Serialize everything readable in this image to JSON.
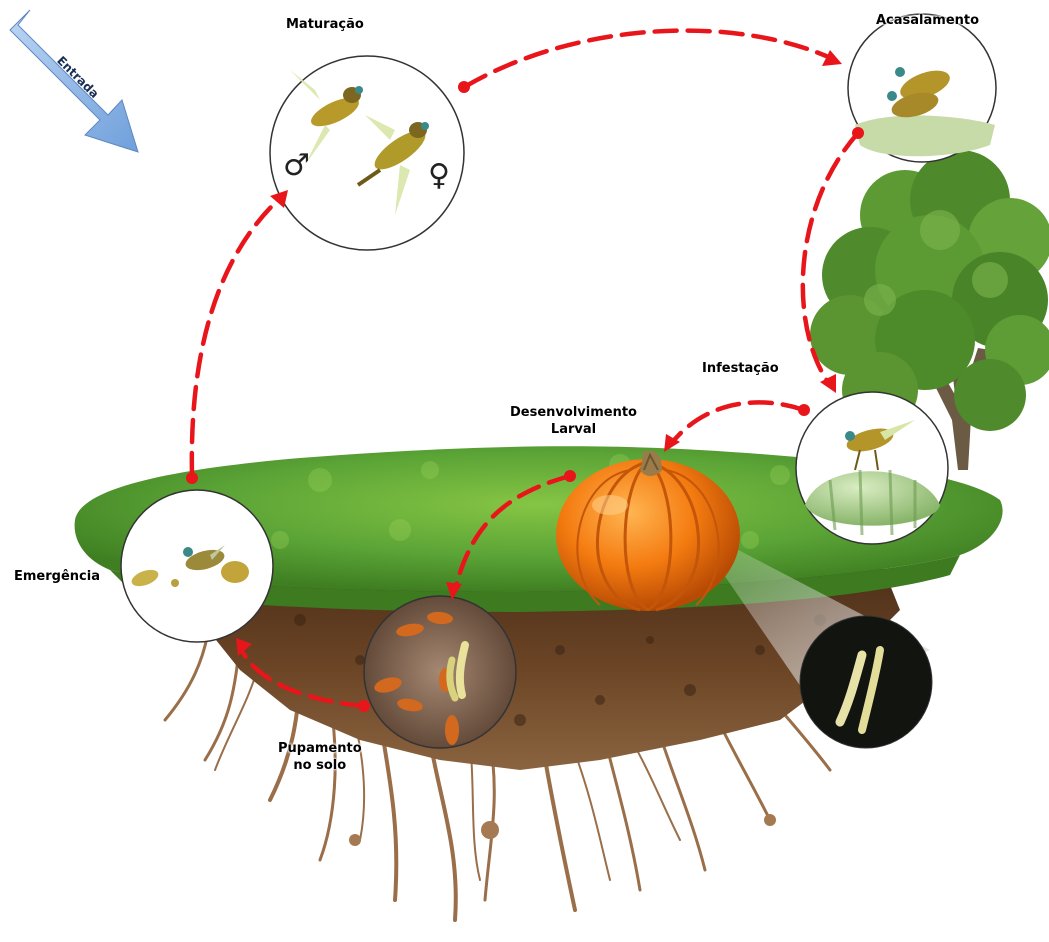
{
  "arrow_label": "Entrada",
  "stages": {
    "maturation": "Maturação",
    "mating": "Acasalamento",
    "infestation": "Infestação",
    "larval": {
      "line1": "Desenvolvimento",
      "line2": "Larval"
    },
    "emergence": "Emergência",
    "pupation": {
      "line1": "Pupamento",
      "line2": "no solo"
    }
  },
  "symbols": {
    "male": "♂",
    "female": "♀"
  },
  "colors": {
    "cycle_arrow": "#e8161b",
    "entry_arrow": "#8fb8e8",
    "grass": "#5aa336",
    "soil": "#5b3a20",
    "pumpkin": "#f07a10",
    "tree": "#4f8a2c"
  }
}
